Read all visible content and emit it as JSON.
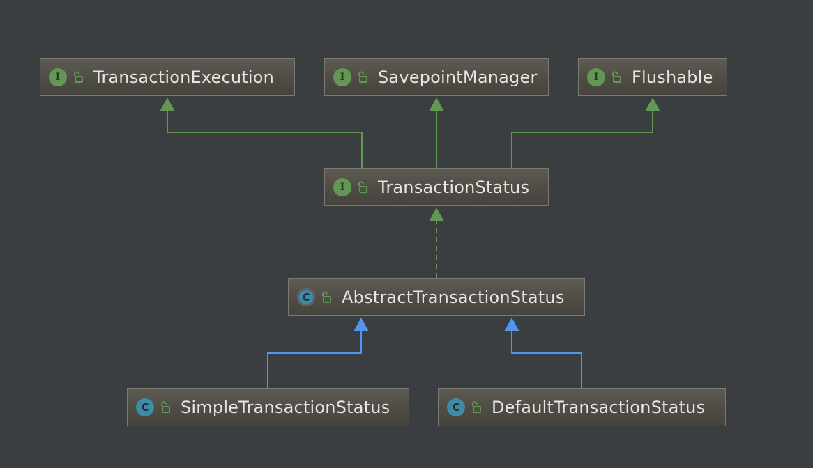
{
  "colors": {
    "background": "#3b3e41",
    "interface_edge": "#629755",
    "class_edge": "#5394ec",
    "interface_badge": "#629755",
    "class_badge": "#3d8ba6",
    "label": "#e6e6e6"
  },
  "nodes": {
    "transaction_execution": {
      "kind": "interface",
      "badge": "I",
      "icon": "unlock-icon",
      "label": "TransactionExecution"
    },
    "savepoint_manager": {
      "kind": "interface",
      "badge": "I",
      "icon": "unlock-icon",
      "label": "SavepointManager"
    },
    "flushable": {
      "kind": "interface",
      "badge": "I",
      "icon": "unlock-icon",
      "label": "Flushable"
    },
    "transaction_status": {
      "kind": "interface",
      "badge": "I",
      "icon": "unlock-icon",
      "label": "TransactionStatus"
    },
    "abstract_transaction_status": {
      "kind": "abstract-class",
      "badge": "C",
      "icon": "unlock-icon",
      "label": "AbstractTransactionStatus"
    },
    "simple_transaction_status": {
      "kind": "class",
      "badge": "C",
      "icon": "unlock-icon",
      "label": "SimpleTransactionStatus"
    },
    "default_transaction_status": {
      "kind": "class",
      "badge": "C",
      "icon": "unlock-icon",
      "label": "DefaultTransactionStatus"
    }
  },
  "edges": [
    {
      "from": "transaction_status",
      "to": "transaction_execution",
      "relation": "extends",
      "style": "solid",
      "color": "#629755"
    },
    {
      "from": "transaction_status",
      "to": "savepoint_manager",
      "relation": "extends",
      "style": "solid",
      "color": "#629755"
    },
    {
      "from": "transaction_status",
      "to": "flushable",
      "relation": "extends",
      "style": "solid",
      "color": "#629755"
    },
    {
      "from": "abstract_transaction_status",
      "to": "transaction_status",
      "relation": "implements",
      "style": "dashed",
      "color": "#629755"
    },
    {
      "from": "simple_transaction_status",
      "to": "abstract_transaction_status",
      "relation": "extends",
      "style": "solid",
      "color": "#5394ec"
    },
    {
      "from": "default_transaction_status",
      "to": "abstract_transaction_status",
      "relation": "extends",
      "style": "solid",
      "color": "#5394ec"
    }
  ]
}
